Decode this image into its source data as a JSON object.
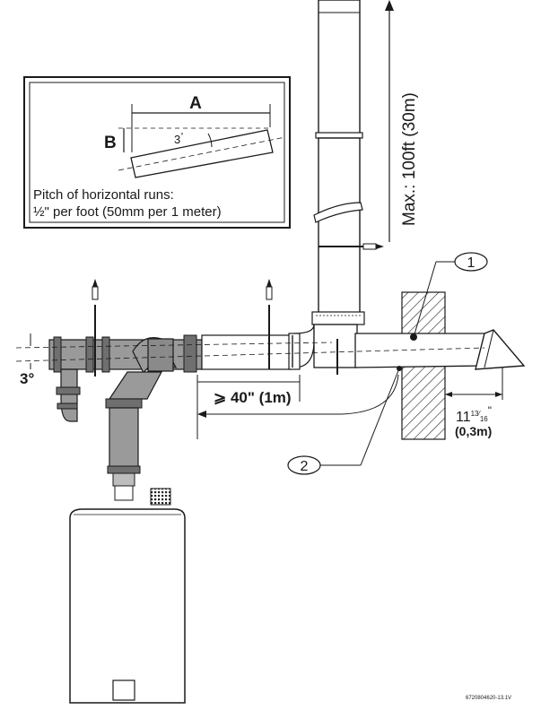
{
  "inset": {
    "label_a": "A",
    "label_b": "B",
    "angle": "3",
    "angle_unit": "°",
    "pitch_line1": "Pitch of horizontal runs:",
    "pitch_line2": "½\" per foot (50mm per 1 meter)"
  },
  "vertical_max": "Max.: 100ft (30m)",
  "pipe_slope": "3°",
  "min_horizontal": "⩾ 40\" (1m)",
  "wall_clearance": {
    "whole": "11",
    "frac_num": "13",
    "frac_den": "16",
    "inch_mark": "\"",
    "metric": "(0,3m)"
  },
  "callouts": [
    "1",
    "2"
  ],
  "figure_code": "6720804620-13.1V",
  "colors": {
    "pipe_fill": "#9a9a9a",
    "pipe_dark": "#6f6f6f",
    "line": "#1a1a1a",
    "hatch": "#333333"
  }
}
